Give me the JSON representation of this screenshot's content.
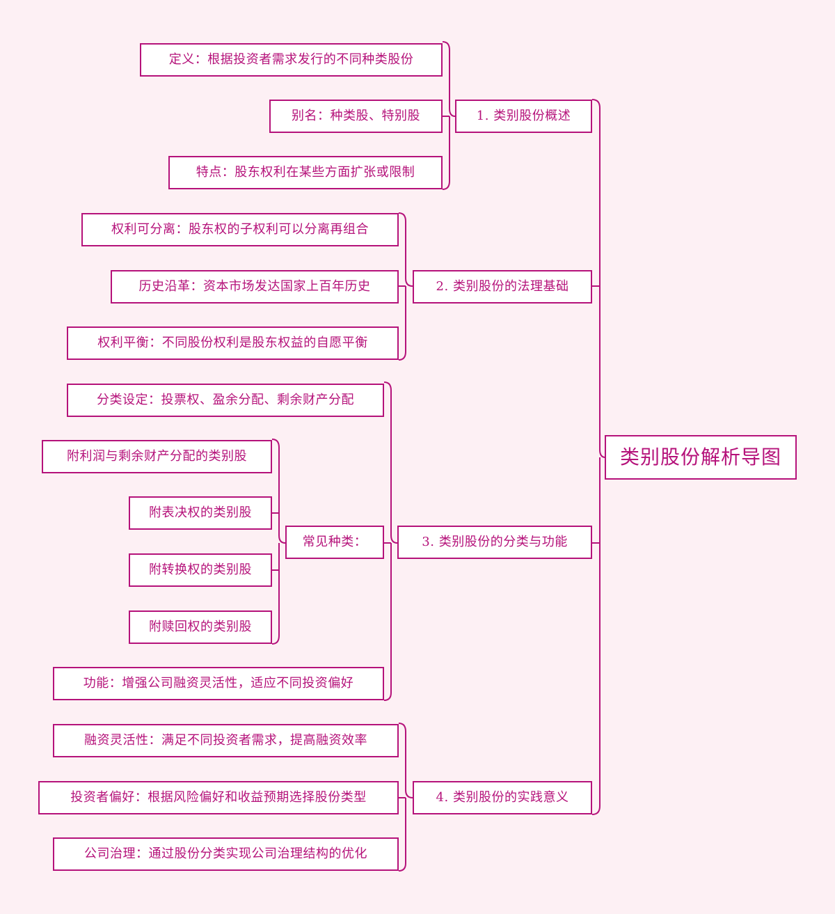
{
  "root": "类别股份解析导图",
  "branches": [
    {
      "label": "1. 类别股份概述",
      "children": [
        "定义：根据投资者需求发行的不同种类股份",
        "别名：种类股、特别股",
        "特点：股东权利在某些方面扩张或限制"
      ]
    },
    {
      "label": "2. 类别股份的法理基础",
      "children": [
        "权利可分离：股东权的子权利可以分离再组合",
        "历史沿革：资本市场发达国家上百年历史",
        "权利平衡：不同股份权利是股东权益的自愿平衡"
      ]
    },
    {
      "label": "3. 类别股份的分类与功能",
      "children": [
        "分类设定：投票权、盈余分配、剩余财产分配",
        "常见种类：",
        "功能：增强公司融资灵活性，适应不同投资偏好"
      ],
      "sub_children": [
        "附利润与剩余财产分配的类别股",
        "附表决权的类别股",
        "附转换权的类别股",
        "附赎回权的类别股"
      ]
    },
    {
      "label": "4. 类别股份的实践意义",
      "children": [
        "融资灵活性：满足不同投资者需求，提高融资效率",
        "投资者偏好：根据风险偏好和收益预期选择股份类型",
        "公司治理：通过股份分类实现公司治理结构的优化"
      ]
    }
  ],
  "colors": {
    "line": "#b5127a",
    "background": "#fdf0f4",
    "node_fill": "#ffffff"
  }
}
